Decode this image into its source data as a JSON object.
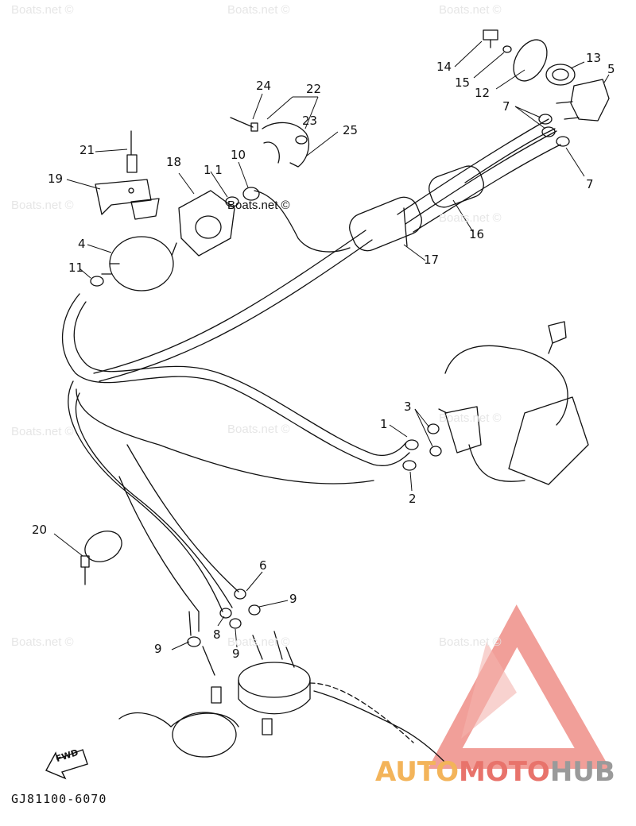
{
  "diagram": {
    "part_code": "GJ81100-6070",
    "fwd_label": "FWD",
    "watermark_text": "Boats.net ©",
    "brand": {
      "part1": "AUTO",
      "part2": "MOTO",
      "part3": "HUB",
      "colors": {
        "auto": "#f3b45a",
        "moto": "#e8736b",
        "hub": "#9a9a9a",
        "logo": "#e8736b"
      }
    },
    "callouts": [
      {
        "id": "c14",
        "label": "14"
      },
      {
        "id": "c15",
        "label": "15"
      },
      {
        "id": "c12",
        "label": "12"
      },
      {
        "id": "c13",
        "label": "13"
      },
      {
        "id": "c5",
        "label": "5"
      },
      {
        "id": "c7a",
        "label": "7"
      },
      {
        "id": "c7b",
        "label": "7"
      },
      {
        "id": "c24",
        "label": "24"
      },
      {
        "id": "c22",
        "label": "22"
      },
      {
        "id": "c23",
        "label": "23"
      },
      {
        "id": "c25",
        "label": "25"
      },
      {
        "id": "c21",
        "label": "21"
      },
      {
        "id": "c19",
        "label": "19"
      },
      {
        "id": "c18",
        "label": "18"
      },
      {
        "id": "c11a",
        "label": "1 1"
      },
      {
        "id": "c10",
        "label": "10"
      },
      {
        "id": "c16",
        "label": "16"
      },
      {
        "id": "c17",
        "label": "17"
      },
      {
        "id": "c4",
        "label": "4"
      },
      {
        "id": "c11b",
        "label": "11"
      },
      {
        "id": "c3",
        "label": "3"
      },
      {
        "id": "c1",
        "label": "1"
      },
      {
        "id": "c2",
        "label": "2"
      },
      {
        "id": "c20",
        "label": "20"
      },
      {
        "id": "c6",
        "label": "6"
      },
      {
        "id": "c9a",
        "label": "9"
      },
      {
        "id": "c8",
        "label": "8"
      },
      {
        "id": "c9b",
        "label": "9"
      },
      {
        "id": "c9c",
        "label": "9"
      }
    ]
  }
}
